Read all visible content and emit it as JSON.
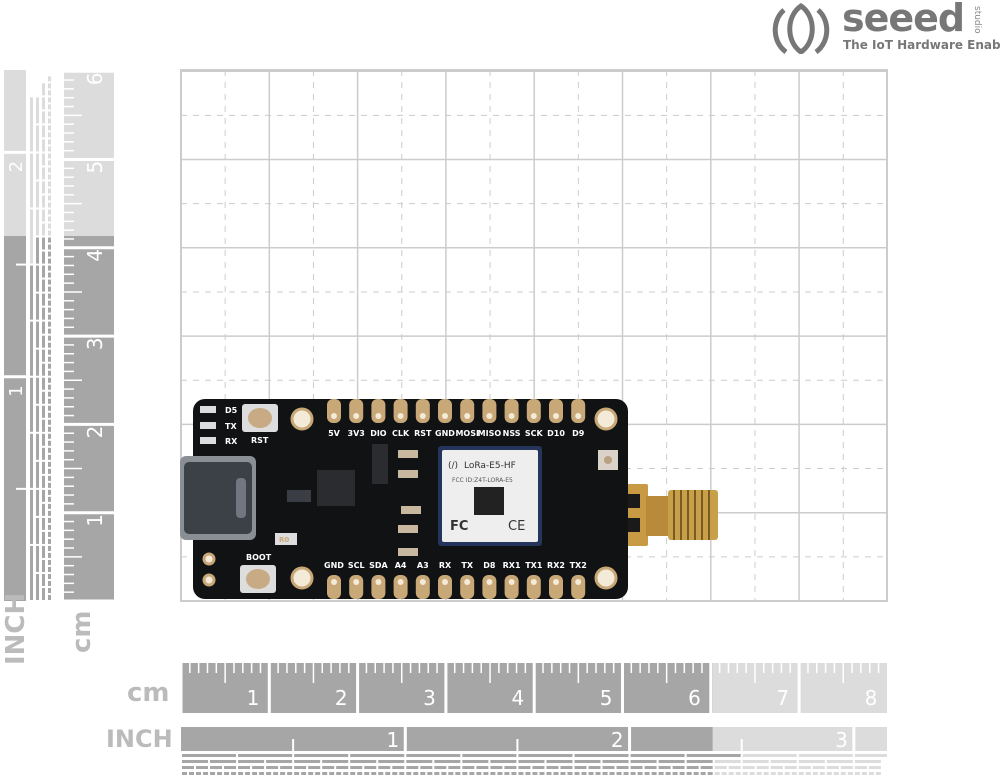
{
  "brand": {
    "name": "seeed",
    "sub": "studio",
    "tagline": "The IoT Hardware Enabler"
  },
  "rulers": {
    "vertical_inch_label": "INCH",
    "vertical_cm_label": "cm",
    "horizontal_cm_label": "cm",
    "horizontal_inch_label": "INCH",
    "cm_ticks": [
      "1",
      "2",
      "3",
      "4",
      "5",
      "6",
      "7",
      "8"
    ],
    "inch_ticks": [
      "1",
      "2",
      "3"
    ],
    "vertical_cm_ticks": [
      "1",
      "2",
      "3",
      "4",
      "5",
      "6"
    ],
    "vertical_inch_ticks": [
      "1",
      "2"
    ]
  },
  "board": {
    "module_name": "LoRa-E5-HF",
    "module_fcc": "FCC ID:Z4T-LORA-E5",
    "fcc_mark": "FC",
    "ce_mark": "CE",
    "top_pins": [
      "5V",
      "3V3",
      "DIO",
      "CLK",
      "RST",
      "GND",
      "MOSI",
      "MISO",
      "NSS",
      "SCK",
      "D10",
      "D9"
    ],
    "bottom_pins": [
      "GND",
      "SCL",
      "SDA",
      "A4",
      "A3",
      "RX",
      "TX",
      "D8",
      "RX1",
      "TX1",
      "RX2",
      "TX2"
    ],
    "led_labels": [
      "D5",
      "TX",
      "RX"
    ],
    "rst_label": "RST",
    "boot_label": "BOOT",
    "r0_label": "R0"
  },
  "colors": {
    "pcb": "#111214",
    "gold": "#c9a878",
    "ruler_dark": "#a6a6a6",
    "ruler_light": "#dcdcdc",
    "grid": "#cccccc"
  }
}
